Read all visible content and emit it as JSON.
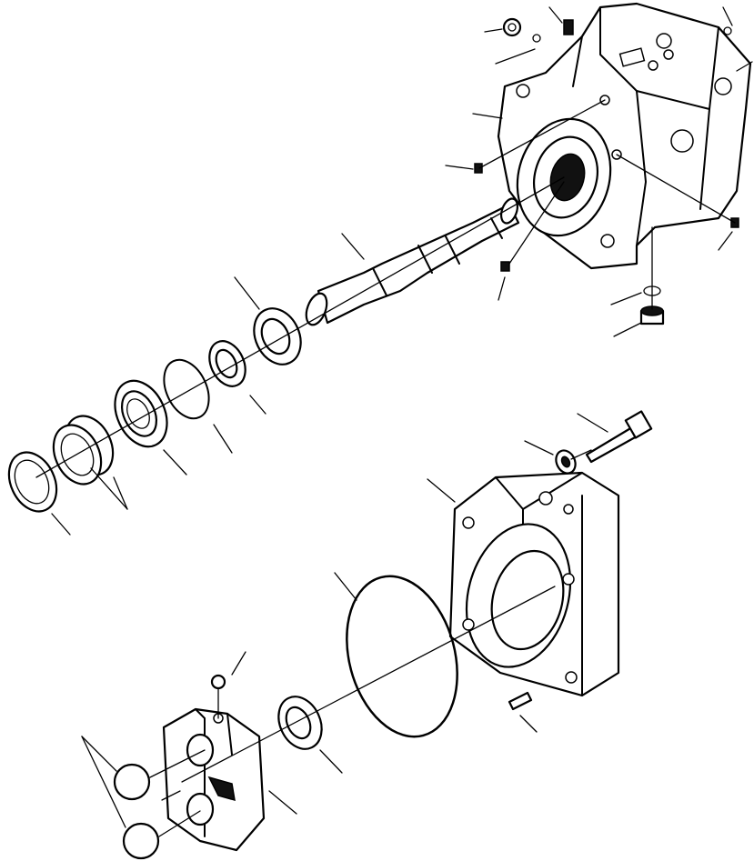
{
  "diagram": {
    "parts": [
      "pump-housing",
      "housing-plug-top",
      "housing-plug-bottom",
      "mounting-bolt-left-upper",
      "mounting-bolt-left-lower",
      "mounting-bolt-right",
      "drive-shaft",
      "shaft-bearing",
      "spacer-ring",
      "o-ring-small",
      "seal-assembly",
      "retaining-ring-pair",
      "snap-ring",
      "end-cover",
      "cover-bolt",
      "cover-washer",
      "dowel-pin",
      "o-ring-large",
      "inner-bearing",
      "valve-block",
      "valve-ball"
    ]
  }
}
